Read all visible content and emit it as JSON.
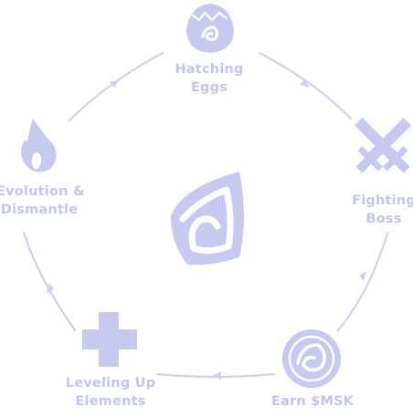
{
  "colors": {
    "primary": "#c7c9ee",
    "line": "#cfd1ef",
    "text": "#c2c5ec",
    "inner": "#ffffff"
  },
  "center": {
    "icon": "spiral-shield-icon"
  },
  "cycle": [
    {
      "id": "hatching-eggs",
      "icon": "cracked-egg-icon",
      "lines": [
        "Hatching",
        "Eggs"
      ]
    },
    {
      "id": "fighting-boss",
      "icon": "crossed-swords-icon",
      "lines": [
        "Fighting",
        "Boss"
      ]
    },
    {
      "id": "earn-smsk",
      "icon": "smsk-coin-icon",
      "lines": [
        "Earn $MSK"
      ]
    },
    {
      "id": "leveling-up-elements",
      "icon": "plus-icon",
      "lines": [
        "Leveling Up",
        "Elements"
      ]
    },
    {
      "id": "evolution-dismantle",
      "icon": "flame-icon",
      "lines": [
        "Evolution &",
        "Dismantle"
      ]
    }
  ]
}
